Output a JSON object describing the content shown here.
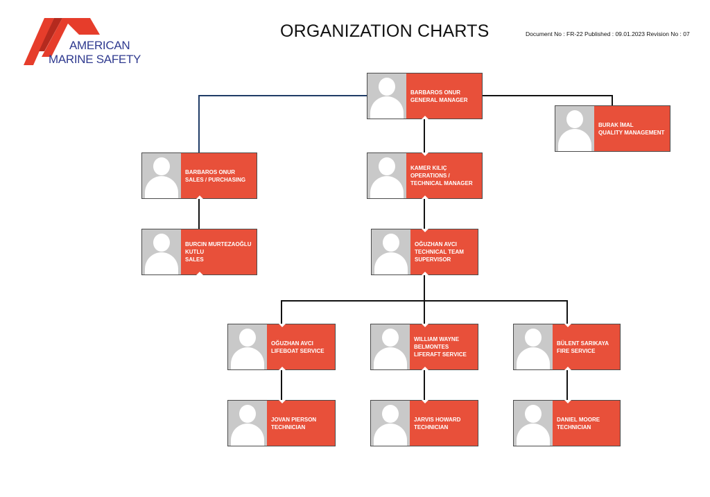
{
  "logo": {
    "line1": "AMERICAN",
    "line2": "MARINE SAFETY"
  },
  "title": "ORGANIZATION CHARTS",
  "document_info": "Document No : FR-22 Published : 09.01.2023 Revision No : 07",
  "colors": {
    "node_fill": "#e8503a",
    "photo_bg": "#c9c9c9",
    "top_connector": "#1f3b66",
    "connector": "#111111",
    "logo_red": "#e63d2b",
    "logo_blue": "#2f3a8f"
  },
  "nodes": {
    "general_manager": {
      "lines": [
        "BARBAROS ONUR",
        "GENERAL MANAGER"
      ]
    },
    "quality": {
      "lines": [
        "BURAK İMAL",
        "QUALITY MANAGEMENT"
      ]
    },
    "sales_purchasing": {
      "lines": [
        "BARBAROS ONUR",
        "SALES / PURCHASING"
      ]
    },
    "operations": {
      "lines": [
        "KAMER KILIÇ",
        "OPERATIONS  /",
        "TECHNICAL MANAGER"
      ]
    },
    "sales": {
      "lines": [
        "BURCIN MURTEZAOĞLU",
        "KUTLU",
        "SALES"
      ]
    },
    "supervisor": {
      "lines": [
        "OĞUZHAN AVCI",
        "TECHNICAL TEAM",
        "SUPERVISOR"
      ]
    },
    "lifeboat": {
      "lines": [
        "OĞUZHAN AVCI",
        "LIFEBOAT SERVICE"
      ]
    },
    "liferaft": {
      "lines": [
        "WILLIAM WAYNE",
        "BELMONTES",
        "LIFERAFT SERVICE"
      ]
    },
    "fire": {
      "lines": [
        "BÜLENT SARIKAYA",
        "FIRE SERVICE"
      ]
    },
    "tech1": {
      "lines": [
        "JOVAN PIERSON",
        "TECHNICIAN"
      ]
    },
    "tech2": {
      "lines": [
        "JARVIS HOWARD",
        "TECHNICIAN"
      ]
    },
    "tech3": {
      "lines": [
        "DANIEL MOORE",
        "TECHNICIAN"
      ]
    }
  }
}
